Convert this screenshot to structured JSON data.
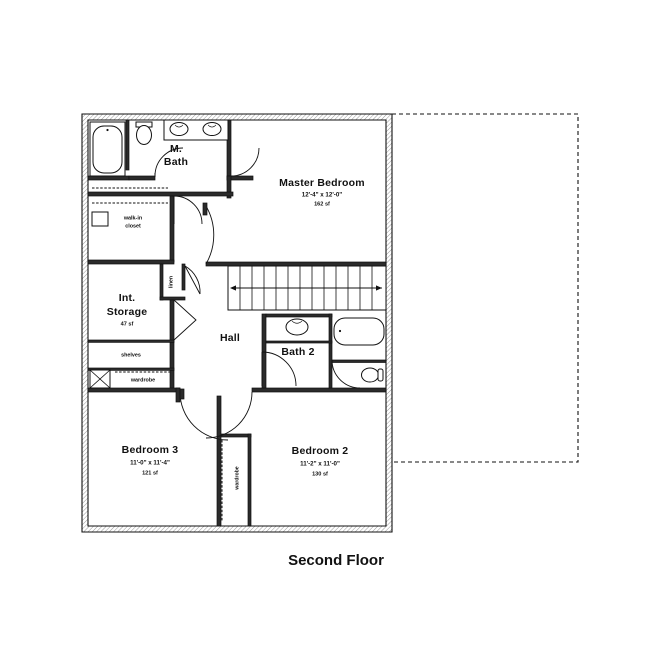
{
  "document": {
    "type": "architectural-floor-plan",
    "title": "Second Floor",
    "background_color": "#ffffff",
    "line_color": "#111111"
  },
  "rooms": [
    {
      "id": "master-bedroom",
      "name": "Master Bedroom",
      "dimensions": "12'-4\" x 12'-0\"",
      "area": "162 sf"
    },
    {
      "id": "bedroom-2",
      "name": "Bedroom 2",
      "dimensions": "11'-2\" x 11'-0\"",
      "area": "130 sf"
    },
    {
      "id": "bedroom-3",
      "name": "Bedroom 3",
      "dimensions": "11'-0\" x 11'-4\"",
      "area": "121 sf"
    },
    {
      "id": "int-storage",
      "name_line1": "Int.",
      "name_line2": "Storage",
      "area": "47 sf"
    },
    {
      "id": "master-bath",
      "name_line1": "M.",
      "name_line2": "Bath"
    },
    {
      "id": "bath-2",
      "name": "Bath 2"
    },
    {
      "id": "hall",
      "name": "Hall"
    }
  ],
  "closets": [
    {
      "id": "walk-in-closet",
      "label_line1": "walk-in",
      "label_line2": "closet"
    },
    {
      "id": "linen-closet",
      "label": "linen"
    },
    {
      "id": "storage-shelves",
      "label": "shelves"
    },
    {
      "id": "storage-wardrobe",
      "label": "wardrobe"
    },
    {
      "id": "bedroom-wardrobe",
      "label": "wardrobe"
    }
  ],
  "fixtures": [
    {
      "id": "master-bath-tub",
      "type": "bathtub"
    },
    {
      "id": "master-bath-toilet",
      "type": "toilet"
    },
    {
      "id": "master-bath-sink-left",
      "type": "sink"
    },
    {
      "id": "master-bath-sink-right",
      "type": "sink"
    },
    {
      "id": "bath2-sink",
      "type": "sink"
    },
    {
      "id": "bath2-tub",
      "type": "bathtub"
    },
    {
      "id": "bath2-toilet",
      "type": "toilet"
    },
    {
      "id": "chimney-flue",
      "type": "flue-chase"
    }
  ],
  "circulation": {
    "staircase": {
      "id": "stairs",
      "direction_arrow": "right",
      "tread_count": 13
    }
  },
  "outline": {
    "below_footprint": {
      "id": "first-floor-outline",
      "style": "dashed"
    }
  }
}
